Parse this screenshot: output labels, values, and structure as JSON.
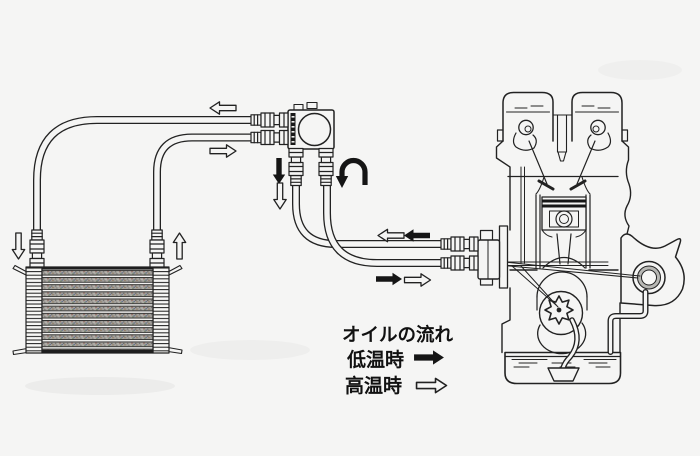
{
  "legend": {
    "title": "オイルの流れ",
    "items": [
      {
        "label": "低温時",
        "arrow_icon": "filled-right-arrow",
        "meaning": "low-temperature-flow"
      },
      {
        "label": "高温時",
        "arrow_icon": "outline-right-arrow",
        "meaning": "high-temperature-flow"
      }
    ]
  },
  "colors": {
    "background": "#f5f5f4",
    "line": "#222222",
    "arrow_filled": "#151515",
    "arrow_outline_fill": "#f5f5f4",
    "cooler_fin": "#a3a09a",
    "bearing_ring": "#b8b8b4"
  },
  "diagram": {
    "components": [
      "oil-cooler",
      "oil-cooler-hoses",
      "thermostat-block",
      "engine-cross-section",
      "sandwich-adapter",
      "oil-pump",
      "oil-pan",
      "oil-strainer"
    ],
    "flow_arrows": [
      {
        "location": "cooler-return-line-top",
        "direction": "left",
        "style": "outline"
      },
      {
        "location": "cooler-feed-line",
        "direction": "right",
        "style": "outline"
      },
      {
        "location": "thermostat-to-engine",
        "direction": "down",
        "style": "filled"
      },
      {
        "location": "thermostat-to-engine",
        "direction": "down",
        "style": "outline"
      },
      {
        "location": "thermostat-bypass",
        "direction": "u-turn",
        "style": "filled"
      },
      {
        "location": "engine-upper-line",
        "direction": "left",
        "style": "outline"
      },
      {
        "location": "engine-upper-line",
        "direction": "left",
        "style": "filled"
      },
      {
        "location": "engine-lower-line",
        "direction": "right",
        "style": "filled"
      },
      {
        "location": "engine-lower-line",
        "direction": "right",
        "style": "outline"
      },
      {
        "location": "cooler-inlet",
        "direction": "down",
        "style": "outline"
      },
      {
        "location": "cooler-outlet",
        "direction": "up",
        "style": "outline"
      }
    ]
  }
}
